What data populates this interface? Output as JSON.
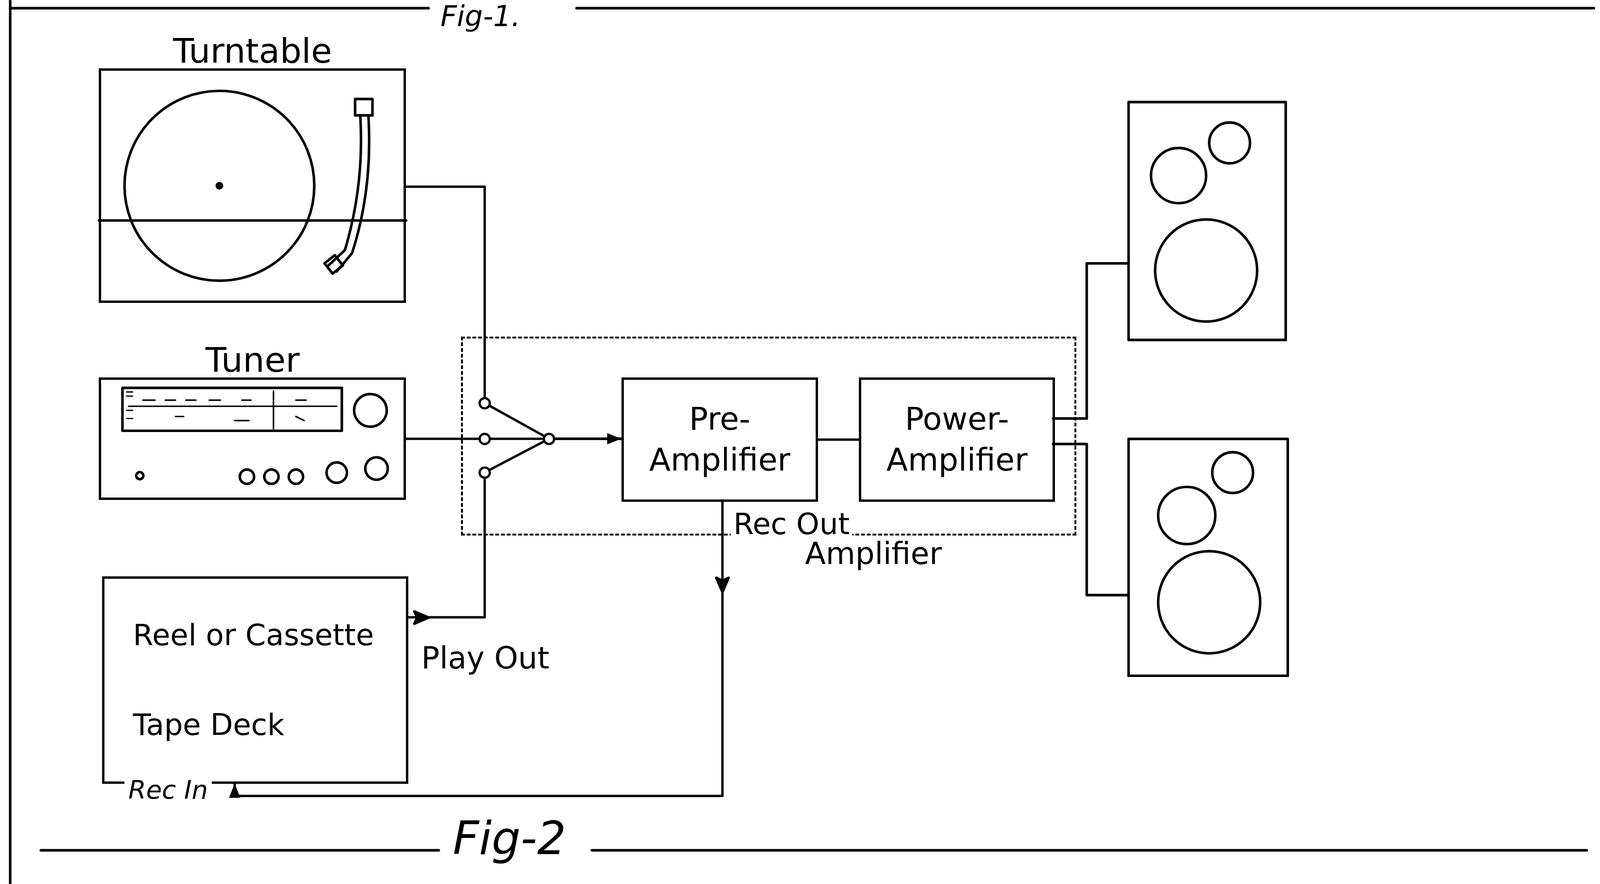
{
  "diagram": {
    "nodes": [
      {
        "text": [
          "Turntable"
        ]
      },
      {
        "text": [
          "Tuner"
        ]
      },
      {
        "text": [
          "Amplifier"
        ]
      },
      {
        "text": [
          "Pre- Amplifier"
        ],
        "in": 2
      },
      {
        "text": [
          "Power- Amplifier"
        ],
        "in": 2
      },
      {
        "text": [
          "Reel or Cassette Tape Deck"
        ]
      }
    ],
    "edges": [
      {
        "from": 0,
        "to": 3,
        "arrow": "none"
      },
      {
        "from": 1,
        "to": 3,
        "arrow": "none"
      },
      {
        "from": 3,
        "to": 4,
        "arrow": "none"
      },
      {
        "from": 5,
        "to": 3,
        "arrow": "to",
        "label": "Play Out"
      },
      {
        "from": 3,
        "to": 5,
        "arrow": "to",
        "label": "Rec Out"
      }
    ],
    "labels": [
      "Fig-1.",
      "Rec In",
      "Fig-2"
    ]
  }
}
